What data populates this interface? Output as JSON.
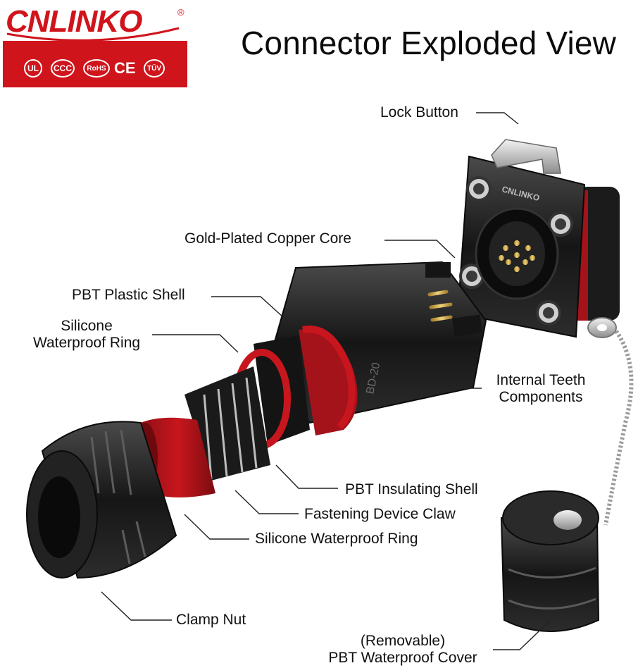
{
  "title": "Connector Exploded View",
  "logo": {
    "brand": "CNLINKO",
    "registered": "®",
    "certifications": [
      "UL",
      "CCC",
      "RoHS",
      "CE",
      "TÜV"
    ],
    "brand_color": "#d0141c"
  },
  "labels": {
    "lock_button": "Lock Button",
    "gold_core": "Gold-Plated Copper Core",
    "pbt_shell": "PBT Plastic Shell",
    "silicone_ring_1_line1": "Silicone",
    "silicone_ring_1_line2": "Waterproof Ring",
    "internal_teeth_line1": "Internal Teeth",
    "internal_teeth_line2": "Components",
    "pbt_insulating": "PBT Insulating Shell",
    "fastening_claw": "Fastening Device Claw",
    "silicone_ring_2": "Silicone Waterproof Ring",
    "clamp_nut": "Clamp Nut",
    "cover_line1": "(Removable)",
    "cover_line2": "PBT Waterproof Cover"
  },
  "parts": {
    "model_marking": "BD-20",
    "socket_brand": "CNLINKO"
  }
}
